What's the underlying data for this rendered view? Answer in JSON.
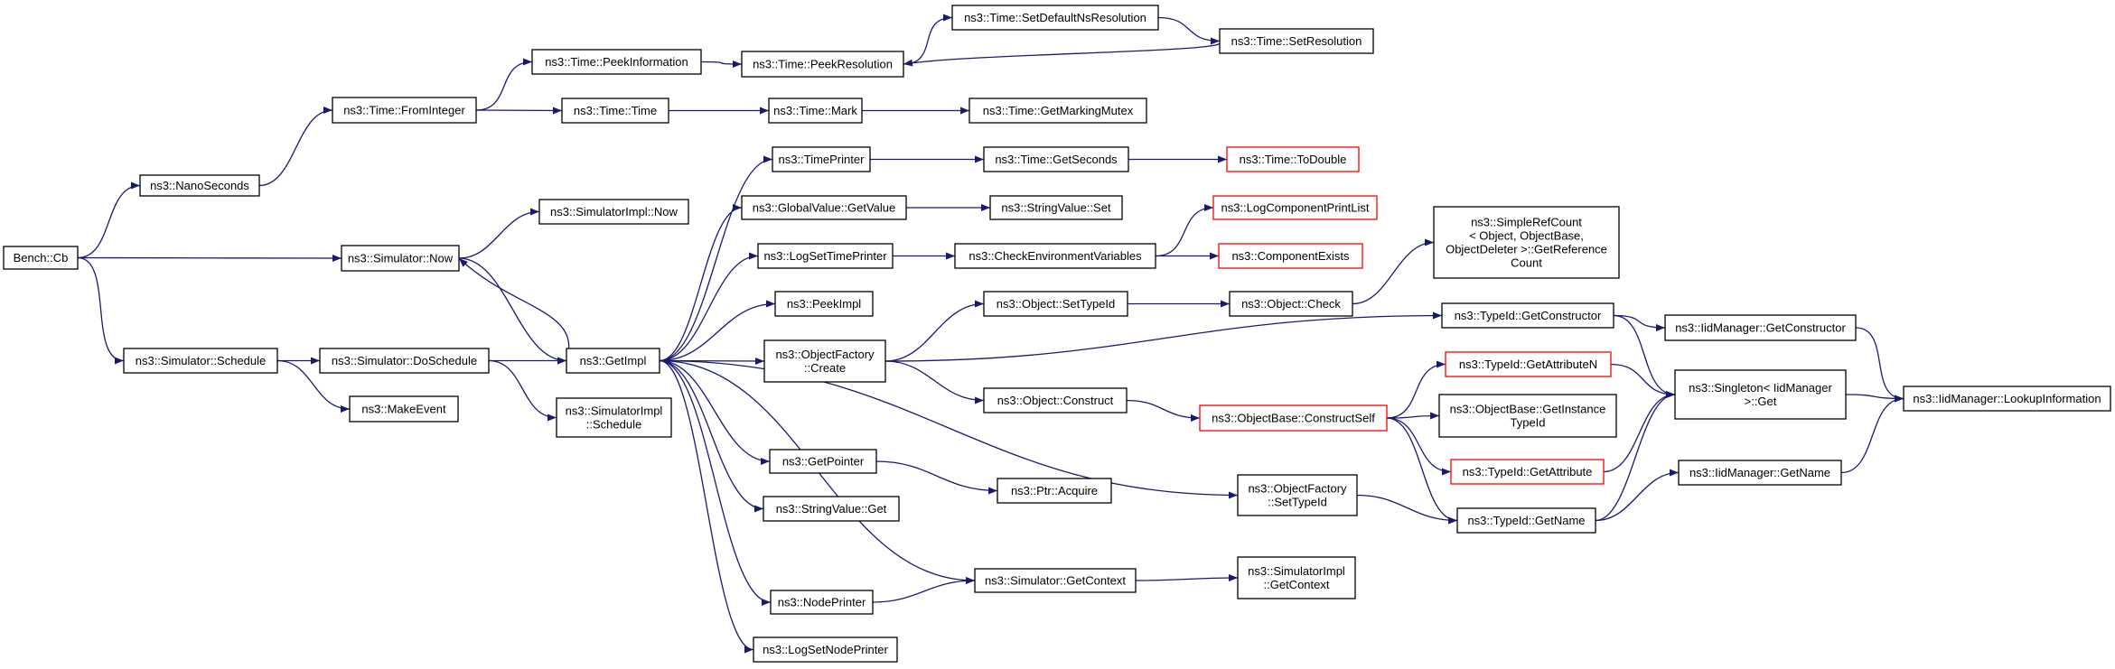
{
  "colors": {
    "edge": "#191970",
    "node_border": "#000000",
    "node_truncated_border": "#ff0000",
    "root_fill": "#bfbfbf",
    "node_fill": "#ffffff"
  },
  "nodes": {
    "cb": {
      "lines": [
        "Bench::Cb"
      ],
      "style": "root"
    },
    "nanoseconds": {
      "lines": [
        "ns3::NanoSeconds"
      ],
      "style": "normal"
    },
    "fromint": {
      "lines": [
        "ns3::Time::FromInteger"
      ],
      "style": "normal"
    },
    "peekinfo": {
      "lines": [
        "ns3::Time::PeekInformation"
      ],
      "style": "normal"
    },
    "peekres": {
      "lines": [
        "ns3::Time::PeekResolution"
      ],
      "style": "normal"
    },
    "setdefault": {
      "lines": [
        "ns3::Time::SetDefaultNsResolution"
      ],
      "style": "normal"
    },
    "setres": {
      "lines": [
        "ns3::Time::SetResolution"
      ],
      "style": "normal"
    },
    "timetime": {
      "lines": [
        "ns3::Time::Time"
      ],
      "style": "normal"
    },
    "mark": {
      "lines": [
        "ns3::Time::Mark"
      ],
      "style": "normal"
    },
    "mutex": {
      "lines": [
        "ns3::Time::GetMarkingMutex"
      ],
      "style": "normal"
    },
    "simnow": {
      "lines": [
        "ns3::Simulator::Now"
      ],
      "style": "normal"
    },
    "simimplnow": {
      "lines": [
        "ns3::SimulatorImpl::Now"
      ],
      "style": "normal"
    },
    "timeprinter": {
      "lines": [
        "ns3::TimePrinter"
      ],
      "style": "normal"
    },
    "getseconds": {
      "lines": [
        "ns3::Time::GetSeconds"
      ],
      "style": "normal"
    },
    "todouble": {
      "lines": [
        "ns3::Time::ToDouble"
      ],
      "style": "truncated"
    },
    "gvget": {
      "lines": [
        "ns3::GlobalValue::GetValue"
      ],
      "style": "normal"
    },
    "svset": {
      "lines": [
        "ns3::StringValue::Set"
      ],
      "style": "normal"
    },
    "logsettime": {
      "lines": [
        "ns3::LogSetTimePrinter"
      ],
      "style": "normal"
    },
    "checkenv": {
      "lines": [
        "ns3::CheckEnvironmentVariables"
      ],
      "style": "normal"
    },
    "logcomplist": {
      "lines": [
        "ns3::LogComponentPrintList"
      ],
      "style": "truncated"
    },
    "compexists": {
      "lines": [
        "ns3::ComponentExists"
      ],
      "style": "truncated"
    },
    "simplerefcount": {
      "lines": [
        "ns3::SimpleRefCount",
        "< Object, ObjectBase,",
        " ObjectDeleter >::GetReference",
        "Count"
      ],
      "style": "normal"
    },
    "peekimpl": {
      "lines": [
        "ns3::PeekImpl"
      ],
      "style": "normal"
    },
    "getimpl": {
      "lines": [
        "ns3::GetImpl"
      ],
      "style": "normal"
    },
    "ofcreate": {
      "lines": [
        "ns3::ObjectFactory",
        "::Create"
      ],
      "style": "normal"
    },
    "objsettid": {
      "lines": [
        "ns3::Object::SetTypeId"
      ],
      "style": "normal"
    },
    "objcheck": {
      "lines": [
        "ns3::Object::Check"
      ],
      "style": "normal"
    },
    "tidgetctor": {
      "lines": [
        "ns3::TypeId::GetConstructor"
      ],
      "style": "normal"
    },
    "iidgetctor": {
      "lines": [
        "ns3::IidManager::GetConstructor"
      ],
      "style": "normal"
    },
    "schedule": {
      "lines": [
        "ns3::Simulator::Schedule"
      ],
      "style": "normal"
    },
    "doschedule": {
      "lines": [
        "ns3::Simulator::DoSchedule"
      ],
      "style": "normal"
    },
    "makeevent": {
      "lines": [
        "ns3::MakeEvent"
      ],
      "style": "normal"
    },
    "simimplsched": {
      "lines": [
        "ns3::SimulatorImpl",
        "::Schedule"
      ],
      "style": "normal"
    },
    "objconstruct": {
      "lines": [
        "ns3::Object::Construct"
      ],
      "style": "normal"
    },
    "constructself": {
      "lines": [
        "ns3::ObjectBase::ConstructSelf"
      ],
      "style": "truncated"
    },
    "getattrn": {
      "lines": [
        "ns3::TypeId::GetAttributeN"
      ],
      "style": "truncated"
    },
    "getinsttid": {
      "lines": [
        "ns3::ObjectBase::GetInstance",
        "TypeId"
      ],
      "style": "normal"
    },
    "getattr": {
      "lines": [
        "ns3::TypeId::GetAttribute"
      ],
      "style": "truncated"
    },
    "singleton": {
      "lines": [
        "ns3::Singleton< IidManager",
        " >::Get"
      ],
      "style": "normal"
    },
    "lookup": {
      "lines": [
        "ns3::IidManager::LookupInformation"
      ],
      "style": "normal"
    },
    "iidgetname": {
      "lines": [
        "ns3::IidManager::GetName"
      ],
      "style": "normal"
    },
    "tidgetname": {
      "lines": [
        "ns3::TypeId::GetName"
      ],
      "style": "normal"
    },
    "ofsettid": {
      "lines": [
        "ns3::ObjectFactory",
        "::SetTypeId"
      ],
      "style": "normal"
    },
    "getpointer": {
      "lines": [
        "ns3::GetPointer"
      ],
      "style": "normal"
    },
    "ptracquire": {
      "lines": [
        "ns3::Ptr::Acquire"
      ],
      "style": "normal"
    },
    "svget": {
      "lines": [
        "ns3::StringValue::Get"
      ],
      "style": "normal"
    },
    "getcontext": {
      "lines": [
        "ns3::Simulator::GetContext"
      ],
      "style": "normal"
    },
    "simimplctx": {
      "lines": [
        "ns3::SimulatorImpl",
        "::GetContext"
      ],
      "style": "normal"
    },
    "nodeprinter": {
      "lines": [
        "ns3::NodePrinter"
      ],
      "style": "normal"
    },
    "logsetnode": {
      "lines": [
        "ns3::LogSetNodePrinter"
      ],
      "style": "normal"
    }
  },
  "edges": [
    [
      "cb",
      "nanoseconds"
    ],
    [
      "cb",
      "simnow"
    ],
    [
      "cb",
      "schedule"
    ],
    [
      "nanoseconds",
      "fromint"
    ],
    [
      "fromint",
      "peekinfo"
    ],
    [
      "fromint",
      "timetime"
    ],
    [
      "peekinfo",
      "peekres"
    ],
    [
      "peekres",
      "setdefault"
    ],
    [
      "setdefault",
      "setres"
    ],
    [
      "setres",
      "peekres"
    ],
    [
      "timetime",
      "mark"
    ],
    [
      "mark",
      "mutex"
    ],
    [
      "simnow",
      "simimplnow"
    ],
    [
      "simnow",
      "getimpl"
    ],
    [
      "getimpl",
      "simnow"
    ],
    [
      "getimpl",
      "timeprinter"
    ],
    [
      "getimpl",
      "gvget"
    ],
    [
      "getimpl",
      "logsettime"
    ],
    [
      "getimpl",
      "peekimpl"
    ],
    [
      "getimpl",
      "ofcreate"
    ],
    [
      "getimpl",
      "ofsettid"
    ],
    [
      "getimpl",
      "getpointer"
    ],
    [
      "getimpl",
      "svget"
    ],
    [
      "getimpl",
      "getcontext"
    ],
    [
      "getimpl",
      "nodeprinter"
    ],
    [
      "getimpl",
      "logsetnode"
    ],
    [
      "timeprinter",
      "getseconds"
    ],
    [
      "getseconds",
      "todouble"
    ],
    [
      "gvget",
      "svset"
    ],
    [
      "logsettime",
      "checkenv"
    ],
    [
      "checkenv",
      "logcomplist"
    ],
    [
      "checkenv",
      "compexists"
    ],
    [
      "ofcreate",
      "objsettid"
    ],
    [
      "ofcreate",
      "tidgetctor"
    ],
    [
      "ofcreate",
      "objconstruct"
    ],
    [
      "objsettid",
      "objcheck"
    ],
    [
      "objcheck",
      "simplerefcount"
    ],
    [
      "tidgetctor",
      "iidgetctor"
    ],
    [
      "tidgetctor",
      "singleton"
    ],
    [
      "iidgetctor",
      "lookup"
    ],
    [
      "schedule",
      "doschedule"
    ],
    [
      "schedule",
      "makeevent"
    ],
    [
      "doschedule",
      "getimpl"
    ],
    [
      "doschedule",
      "simimplsched"
    ],
    [
      "objconstruct",
      "constructself"
    ],
    [
      "constructself",
      "getattrn"
    ],
    [
      "constructself",
      "getinsttid"
    ],
    [
      "constructself",
      "getattr"
    ],
    [
      "constructself",
      "tidgetname"
    ],
    [
      "getattrn",
      "singleton"
    ],
    [
      "getattr",
      "singleton"
    ],
    [
      "singleton",
      "lookup"
    ],
    [
      "iidgetname",
      "lookup"
    ],
    [
      "tidgetname",
      "singleton"
    ],
    [
      "tidgetname",
      "iidgetname"
    ],
    [
      "ofsettid",
      "tidgetname"
    ],
    [
      "getpointer",
      "ptracquire"
    ],
    [
      "getcontext",
      "simimplctx"
    ],
    [
      "nodeprinter",
      "getcontext"
    ]
  ]
}
